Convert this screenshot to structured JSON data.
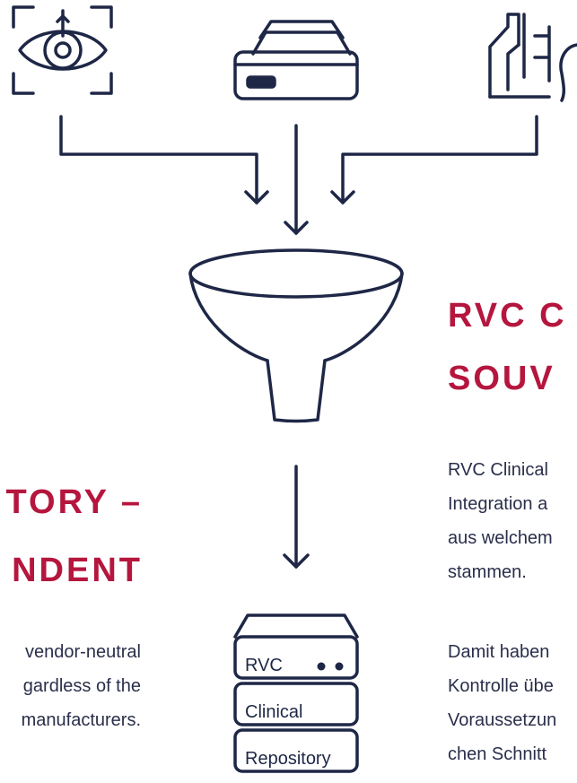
{
  "right_section": {
    "heading_lines": [
      "RVC C",
      "SOUV"
    ],
    "paragraph1_lines": [
      "RVC Clinical",
      "Integration a",
      "aus welchem",
      "stammen."
    ],
    "paragraph2_lines": [
      "Damit haben",
      "Kontrolle übe",
      "Voraussetzun",
      "chen Schnitt"
    ]
  },
  "left_section": {
    "heading_lines": [
      "TORY –",
      "NDENT"
    ],
    "paragraph_lines": [
      "vendor-neutral",
      "gardless of the",
      "manufacturers."
    ]
  },
  "server": {
    "label_1": "RVC",
    "label_2": "Clinical",
    "label_3": "Repository"
  },
  "icons": [
    "eye-scan-icon",
    "archive-tray-icon",
    "eye-exam-device-icon",
    "funnel-icon",
    "server-icon"
  ],
  "colors": {
    "accent": "#b5163e",
    "stroke": "#1e2746",
    "text": "#2a2e4a"
  }
}
